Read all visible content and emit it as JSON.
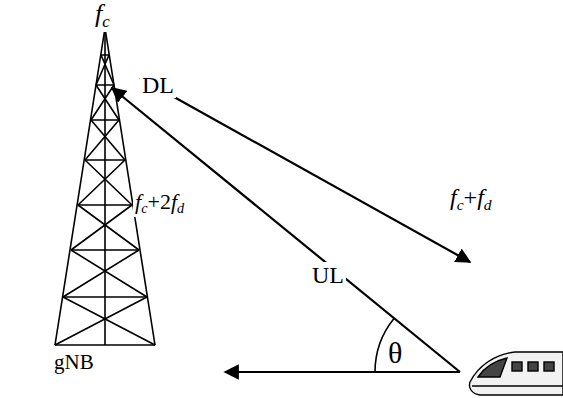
{
  "diagram": {
    "labels": [
      "fc",
      "DL",
      "fc+2fd",
      "UL",
      "fc+fd",
      "θ",
      "gNB"
    ]
  }
}
